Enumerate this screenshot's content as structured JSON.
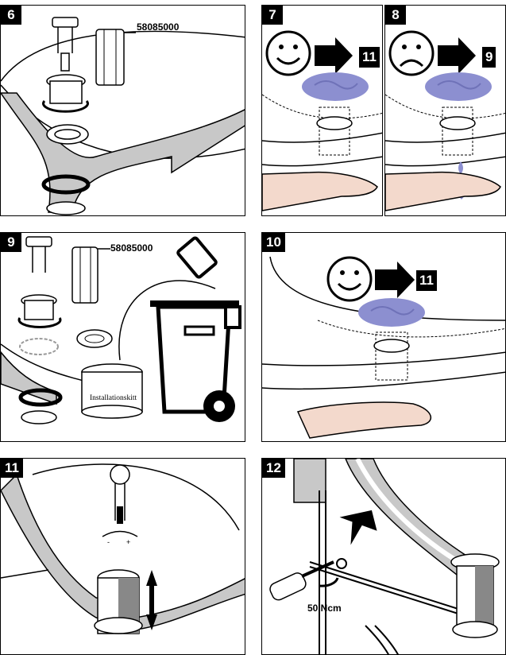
{
  "colors": {
    "ink": "#000000",
    "panel_border": "#000000",
    "drain_disc": "#8c8fd0",
    "water_drop": "#8c8fd0",
    "skin": "#f3d9cc",
    "basin_grey": "#c8c8c8"
  },
  "panel_6": {
    "step": "6",
    "part_number": "58085000"
  },
  "panel_7": {
    "step": "7",
    "target_step": "11",
    "face_icon": "smiley-face-icon",
    "arrow_icon": "right-arrow-icon"
  },
  "panel_8": {
    "step": "8",
    "target_step": "9",
    "face_icon": "sad-face-icon",
    "arrow_icon": "right-arrow-icon"
  },
  "panel_9": {
    "step": "9",
    "part_number": "58085000",
    "tin_label": "Installationskitt",
    "bin_icon": "waste-bin-icon"
  },
  "panel_10": {
    "step": "10",
    "target_step": "11",
    "face_icon": "smiley-face-icon",
    "arrow_icon": "right-arrow-icon"
  },
  "panel_11": {
    "step": "11",
    "minus_sign": "-",
    "plus_sign": "+"
  },
  "panel_12": {
    "step": "12",
    "torque": "50 Ncm",
    "tool_icon": "screwdriver-icon"
  }
}
